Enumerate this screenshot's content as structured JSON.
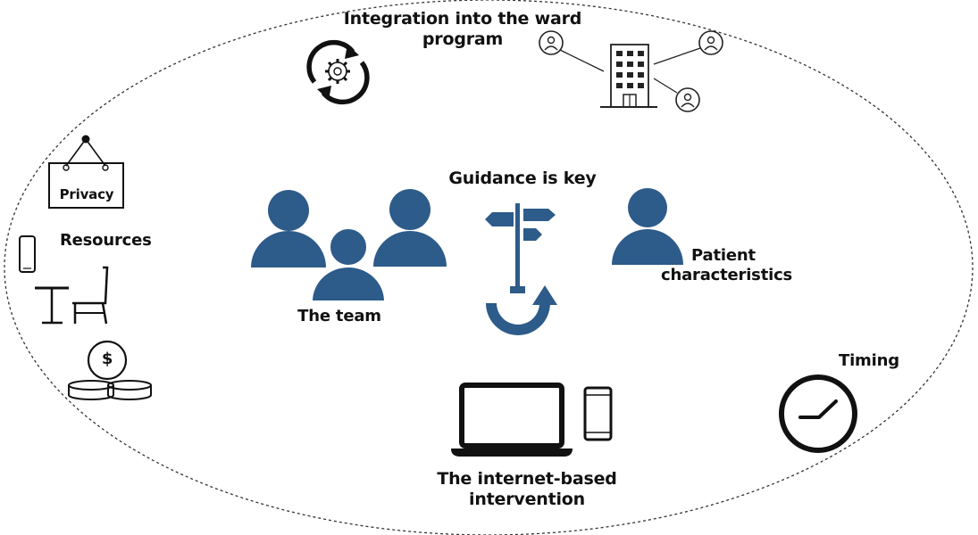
{
  "colors": {
    "accent": "#2d5b8a",
    "ink": "#111111",
    "background": "#ffffff"
  },
  "labels": {
    "integration_line1": "Integration into the ward",
    "integration_line2": "program",
    "guidance": "Guidance is key",
    "privacy": "Privacy",
    "resources": "Resources",
    "team": "The team",
    "patient_line1": "Patient",
    "patient_line2": "characteristics",
    "timing": "Timing",
    "intervention_line1": "The internet-based",
    "intervention_line2": "intervention",
    "currency_symbol": "$"
  },
  "icons": [
    "cycle-gear-icon",
    "hospital-network-icon",
    "privacy-sign-icon",
    "phone-icon",
    "table-chair-icon",
    "coins-icon",
    "team-icon",
    "signpost-icon",
    "u-arrow-icon",
    "patient-icon",
    "laptop-icon",
    "clock-icon"
  ]
}
